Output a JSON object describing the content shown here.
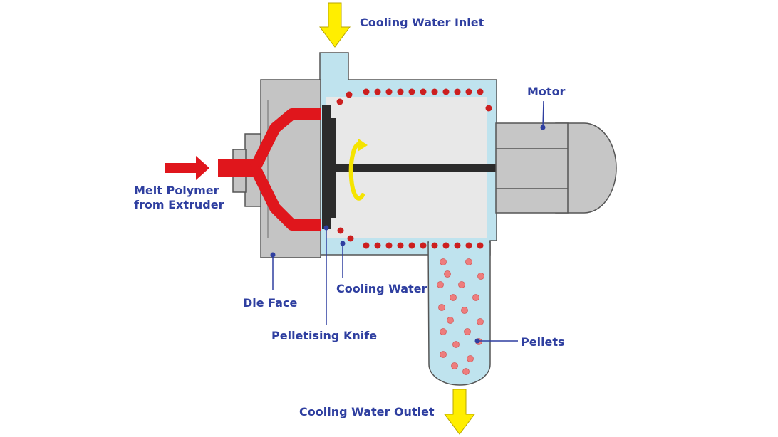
{
  "labels": {
    "cooling_water_inlet": "Cooling Water Inlet",
    "motor": "Motor",
    "melt_polymer_line1": "Melt Polymer",
    "melt_polymer_line2": "from Extruder",
    "cooling_water": "Cooling Water",
    "die_face": "Die Face",
    "pelletising_knife": "Pelletising Knife",
    "pellets": "Pellets",
    "cooling_water_outlet": "Cooling Water Outlet"
  },
  "colors": {
    "label_text": "#2f3fa0",
    "leader_line": "#2f3fa0",
    "water": "#bfe3ee",
    "housing_light": "#e8e8e8",
    "die_body": "#c4c4c4",
    "motor_body": "#c6c6c6",
    "polymer": "#e0161c",
    "pellet": "#cc1f1f",
    "pellet_in_outlet": "#ee7d7d",
    "knife_and_shaft": "#2b2b2b",
    "arrow_flow": "#ffee00",
    "rotation_arrow": "#f5e400",
    "outline": "#555555"
  },
  "icons": {
    "inlet_arrow": "arrow-down-icon",
    "outlet_arrow": "arrow-down-icon",
    "polymer_arrow": "arrow-right-icon",
    "rotation": "rotation-arrow-icon"
  }
}
